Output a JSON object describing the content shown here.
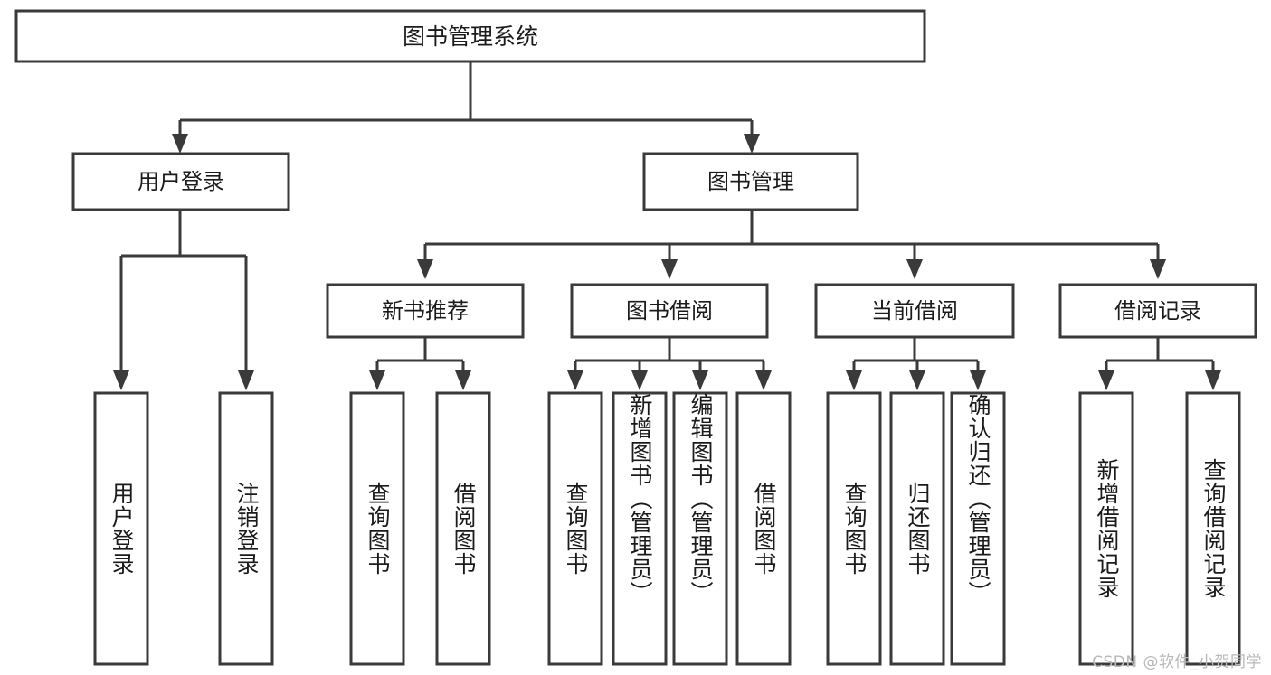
{
  "diagram": {
    "type": "tree-hierarchy",
    "title": "图书管理系统",
    "watermark": "CSDN @软件_小贺同学",
    "colors": {
      "background": "#ffffff",
      "box_fill": "#ffffff",
      "stroke": "#3a3a3a",
      "text": "#1b1b1b",
      "watermark": "#b8b8b8"
    },
    "root": {
      "label": "图书管理系统"
    },
    "level1": [
      {
        "id": "user-login",
        "label": "用户登录"
      },
      {
        "id": "book-manage",
        "label": "图书管理"
      }
    ],
    "level2": [
      {
        "id": "new-book-recommend",
        "label": "新书推荐",
        "parent": "book-manage"
      },
      {
        "id": "book-borrow",
        "label": "图书借阅",
        "parent": "book-manage"
      },
      {
        "id": "current-borrow",
        "label": "当前借阅",
        "parent": "book-manage"
      },
      {
        "id": "borrow-record",
        "label": "借阅记录",
        "parent": "book-manage"
      }
    ],
    "leaves": [
      {
        "id": "leaf-user-login",
        "label": "用户登录",
        "parent": "user-login"
      },
      {
        "id": "leaf-logout",
        "label": "注销登录",
        "parent": "user-login"
      },
      {
        "id": "leaf-query-book-1",
        "label": "查询图书",
        "parent": "new-book-recommend"
      },
      {
        "id": "leaf-borrow-book-1",
        "label": "借阅图书",
        "parent": "new-book-recommend"
      },
      {
        "id": "leaf-query-book-2",
        "label": "查询图书",
        "parent": "book-borrow"
      },
      {
        "id": "leaf-add-book",
        "label": "新增图书（管理员）",
        "parent": "book-borrow"
      },
      {
        "id": "leaf-edit-book",
        "label": "编辑图书（管理员）",
        "parent": "book-borrow"
      },
      {
        "id": "leaf-borrow-book-2",
        "label": "借阅图书",
        "parent": "book-borrow"
      },
      {
        "id": "leaf-query-book-3",
        "label": "查询图书",
        "parent": "current-borrow"
      },
      {
        "id": "leaf-return-book",
        "label": "归还图书",
        "parent": "current-borrow"
      },
      {
        "id": "leaf-confirm-return",
        "label": "确认归还（管理员）",
        "parent": "current-borrow"
      },
      {
        "id": "leaf-add-record",
        "label": "新增借阅记录",
        "parent": "borrow-record"
      },
      {
        "id": "leaf-query-record",
        "label": "查询借阅记录",
        "parent": "borrow-record"
      }
    ]
  }
}
